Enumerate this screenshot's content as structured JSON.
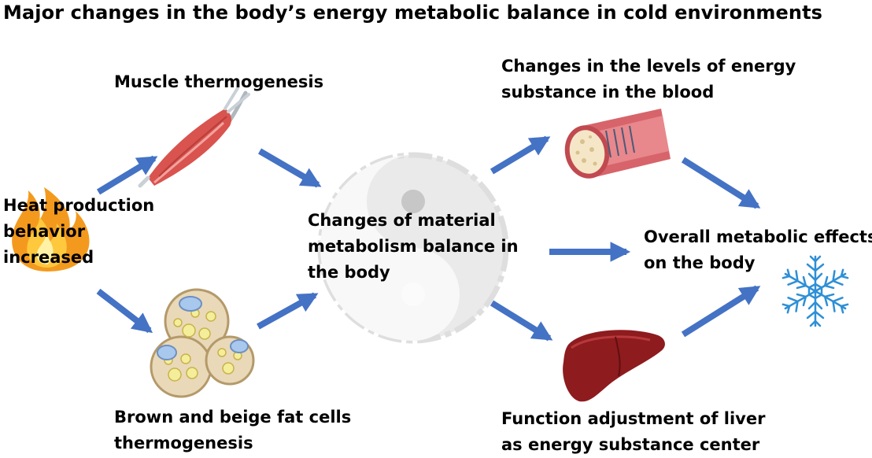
{
  "title": "Major changes in the body’s energy metabolic balance in cold environments",
  "nodes": {
    "heat_production": [
      "Heat production",
      "behavior",
      "increased"
    ],
    "muscle": "Muscle thermogenesis",
    "fat_cells": [
      "Brown and beige fat cells",
      "thermogenesis"
    ],
    "center": [
      "Changes of material",
      "metabolism balance in",
      "the body"
    ],
    "blood": [
      "Changes in the levels of energy",
      "substance in the blood"
    ],
    "liver": [
      "Function adjustment of liver",
      "as energy substance center"
    ],
    "overall": [
      "Overall metabolic effects",
      "on the body"
    ]
  },
  "icons": [
    "fire-icon",
    "muscle-icon",
    "fat-cells-icon",
    "yin-yang-icon",
    "blood-vessel-icon",
    "liver-icon",
    "snowflake-icon"
  ],
  "colors": {
    "arrow": "#4472C4",
    "muscle": "#D9534F",
    "liver": "#8E1B1E",
    "snowflake": "#2E8FD6",
    "fire": "#F39A1E"
  }
}
